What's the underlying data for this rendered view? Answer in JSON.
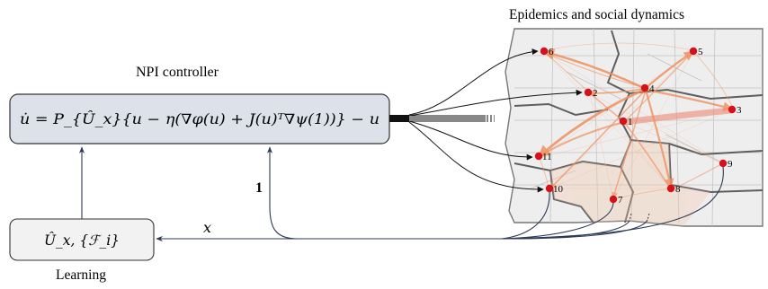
{
  "title_epidemics": "Epidemics and social dynamics",
  "title_controller": "NPI controller",
  "controller_equation": "u̇ = P_{Û_x}{u − η(∇φ(u) + J(u)ᵀ∇ψ(1))} − u",
  "learning_box": "Û_x, {ℱ_i}",
  "learning_label": "Learning",
  "edge_label_x": "x",
  "edge_label_one": "1",
  "colors": {
    "box_fill": "#dde2ea",
    "box_stroke": "#333333",
    "arrow": "#2d3a55",
    "node": "#d4121b",
    "flow": "#f08f5e",
    "map_bg": "#eeeeee",
    "county": "#bdbdbd",
    "region_border": "#666666"
  },
  "nodes": [
    {
      "id": "1",
      "label": "1"
    },
    {
      "id": "2",
      "label": "2"
    },
    {
      "id": "3",
      "label": "3"
    },
    {
      "id": "4",
      "label": "4"
    },
    {
      "id": "5",
      "label": "5"
    },
    {
      "id": "6",
      "label": "6"
    },
    {
      "id": "7",
      "label": "7"
    },
    {
      "id": "8",
      "label": "8"
    },
    {
      "id": "9",
      "label": "9"
    },
    {
      "id": "10",
      "label": "10"
    },
    {
      "id": "11",
      "label": "11"
    }
  ]
}
